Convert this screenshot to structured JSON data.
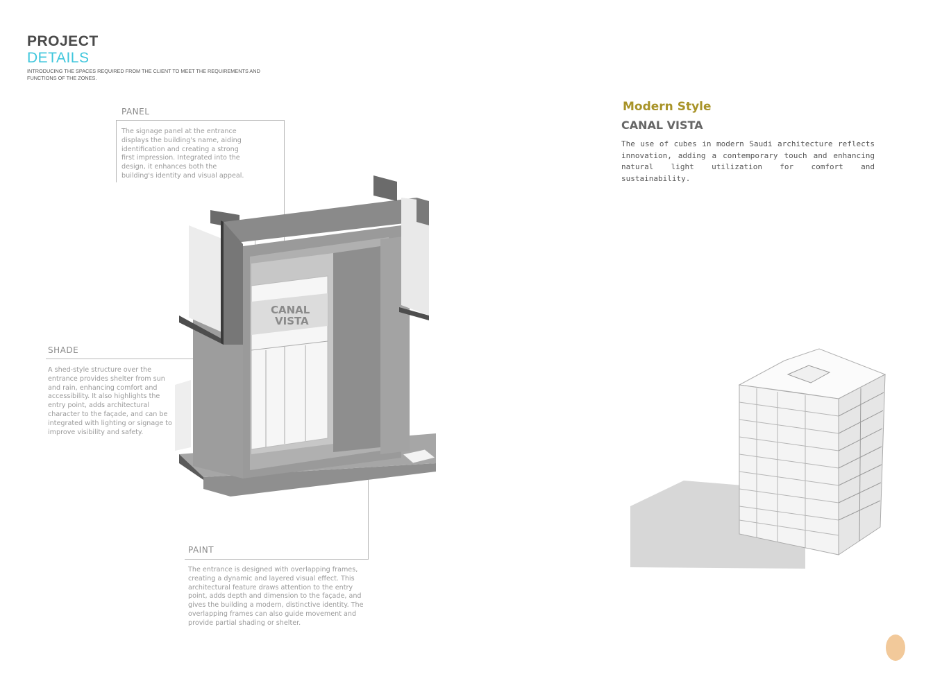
{
  "header": {
    "title_line1": "PROJECT",
    "title_line2": "DETAILS",
    "intro": "INTRODUCING THE SPACES  REQUIRED FROM THE CLIENT TO MEET THE REQUIREMENTS AND FUNCTIONS OF THE ZONES."
  },
  "annotations": {
    "panel": {
      "heading": "PANEL",
      "text": "The signage panel at the entrance displays the building's name, aiding identification and creating a strong first impression. Integrated into the design, it enhances both the building's identity and visual appeal."
    },
    "shade": {
      "heading": "SHADE",
      "text": "A shed-style structure over the entrance provides shelter from sun and rain, enhancing comfort and accessibility. It also highlights the entry point, adds architectural character to the façade, and can be integrated with lighting or signage to improve visibility and safety."
    },
    "paint": {
      "heading": "PAINT",
      "text": "The entrance is designed with overlapping frames, creating a dynamic and layered visual effect. This architectural feature draws attention to the entry point, adds depth and dimension to the façade, and gives the building a modern, distinctive identity. The overlapping frames can also guide movement and provide partial shading or shelter."
    }
  },
  "entrance_sign": {
    "line1": "CANAL",
    "line2": "VISTA"
  },
  "style_block": {
    "title": "Modern Style",
    "subtitle": "CANAL VISTA",
    "description": "The use of cubes in modern Saudi architecture reflects innovation, adding a contemporary touch and enhancing natural light utilization for comfort and sustainability."
  },
  "colors": {
    "accent_cyan": "#3ec6dc",
    "accent_gold": "#a89328",
    "page_marker": "#f2c99a"
  }
}
